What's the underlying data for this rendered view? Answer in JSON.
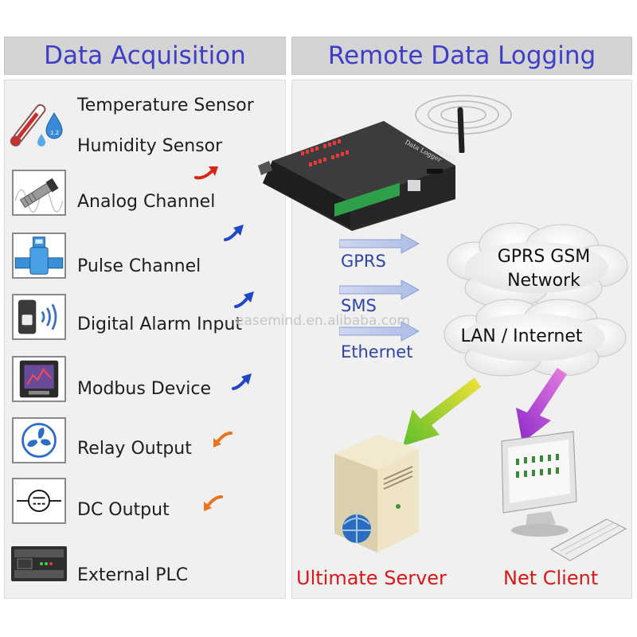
{
  "headers": {
    "left": "Data Acquisition",
    "right": "Remote Data Logging"
  },
  "inputs": [
    {
      "label": "Temperature Sensor",
      "icon": "thermometer-icon"
    },
    {
      "label": "Humidity Sensor",
      "icon": "humidity-drops-icon"
    },
    {
      "label": "Analog Channel",
      "icon": "analog-sensor-icon"
    },
    {
      "label": "Pulse Channel",
      "icon": "flow-meter-icon"
    },
    {
      "label": "Digital Alarm Input",
      "icon": "alarm-sensor-icon"
    },
    {
      "label": "Modbus Device",
      "icon": "power-meter-icon"
    },
    {
      "label": "Relay Output",
      "icon": "fan-icon"
    },
    {
      "label": "DC Output",
      "icon": "dc-symbol-icon"
    },
    {
      "label": "External PLC",
      "icon": "plc-icon"
    }
  ],
  "connections": [
    "GPRS",
    "SMS",
    "Ethernet"
  ],
  "clouds": {
    "top": [
      "GPRS GSM",
      "Network"
    ],
    "bottom": "LAN / Internet"
  },
  "destinations": {
    "server": "Ultimate Server",
    "client": "Net Client"
  },
  "device": {
    "label": "Data Logger",
    "brand": "SMART"
  },
  "watermark": "easemind.en.alibaba.com",
  "colors": {
    "header_text": "#3d3dc8",
    "connection_text": "#2e44a6",
    "destination_text": "#d7191a",
    "arrow_red": "#d8251a",
    "arrow_blue": "#1f47c8",
    "arrow_orange": "#e8741c"
  }
}
